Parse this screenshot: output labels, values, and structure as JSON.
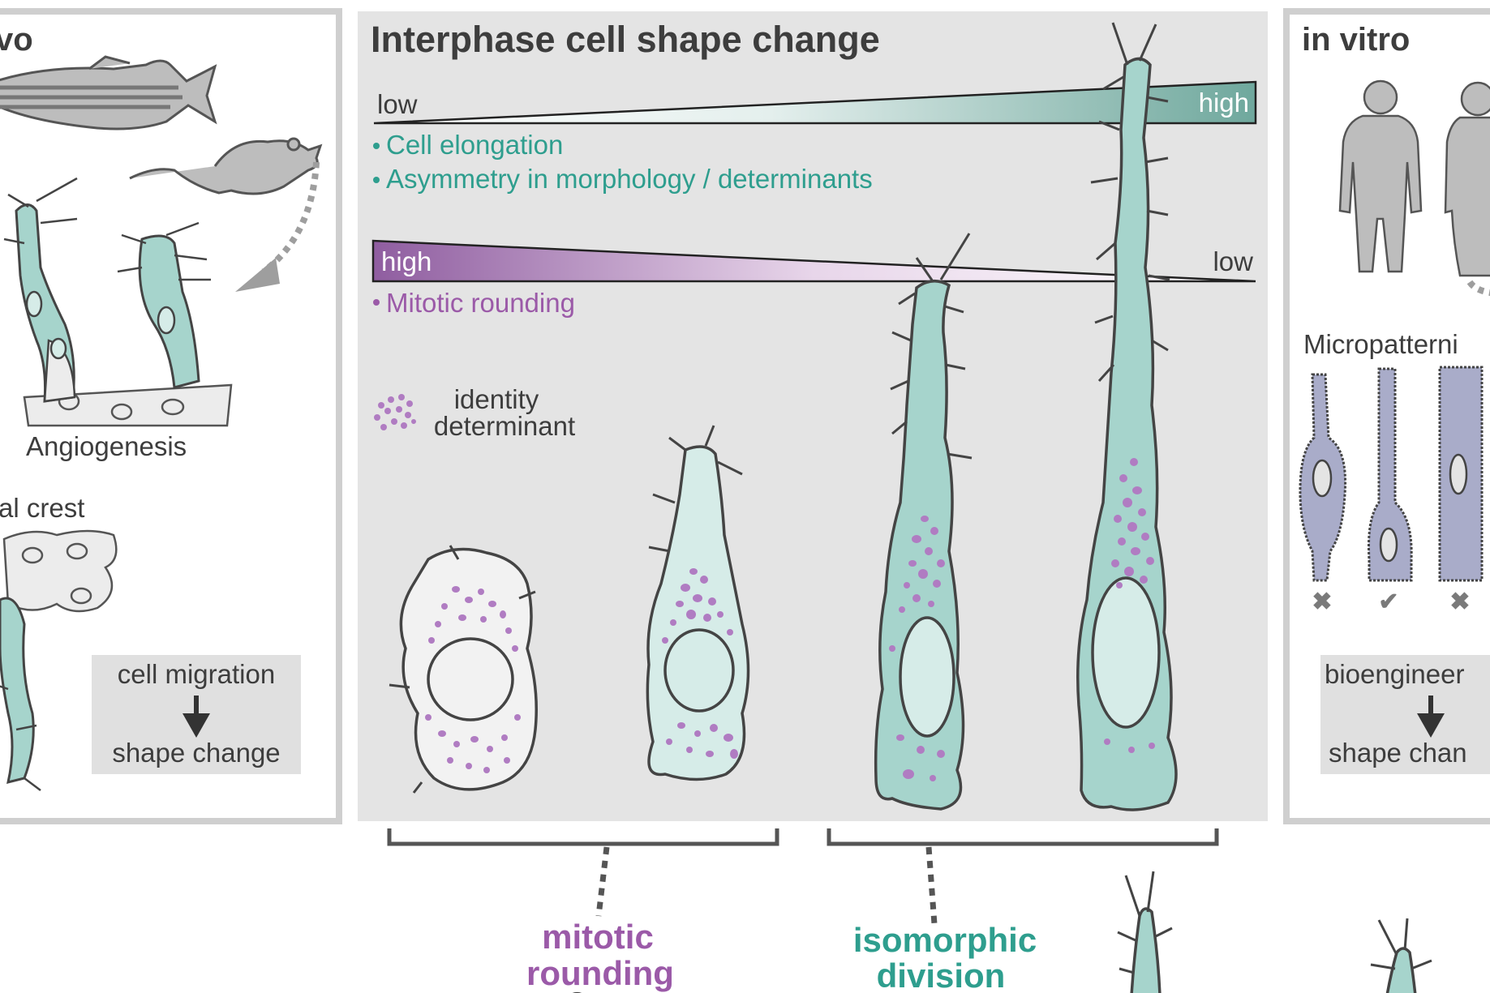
{
  "colors": {
    "panel_bg": "#e4e4e4",
    "panel_border": "#cfcfcf",
    "teal": "#2e9e8e",
    "teal_fill": "#a6d4cc",
    "teal_light": "#d6ece8",
    "purple": "#9b5aa8",
    "dot": "#b07cc2",
    "outline": "#4a4a4a",
    "lilac": "#a9acc9"
  },
  "left_panel": {
    "title": "vo",
    "angiogenesis": "Angiogenesis",
    "neural_crest": "al crest",
    "box_top": "cell migration",
    "box_bottom": "shape change"
  },
  "center_panel": {
    "title": "Interphase cell shape change",
    "bar1_low": "low",
    "bar1_high": "high",
    "bullet1": "Cell elongation",
    "bullet2": "Asymmetry in morphology / determinants",
    "bar2_high": "high",
    "bar2_low": "low",
    "bullet3": "Mitotic rounding",
    "legend_line1": "identity",
    "legend_line2": "determinant"
  },
  "right_panel": {
    "title": "in vitro",
    "micropattern": "Micropatterni",
    "box_top": "bioengineer",
    "box_bottom": "shape chan"
  },
  "bottom": {
    "mitotic_line1": "mitotic",
    "mitotic_line2": "rounding",
    "iso_line1": "isomorphic",
    "iso_line2": "division"
  }
}
